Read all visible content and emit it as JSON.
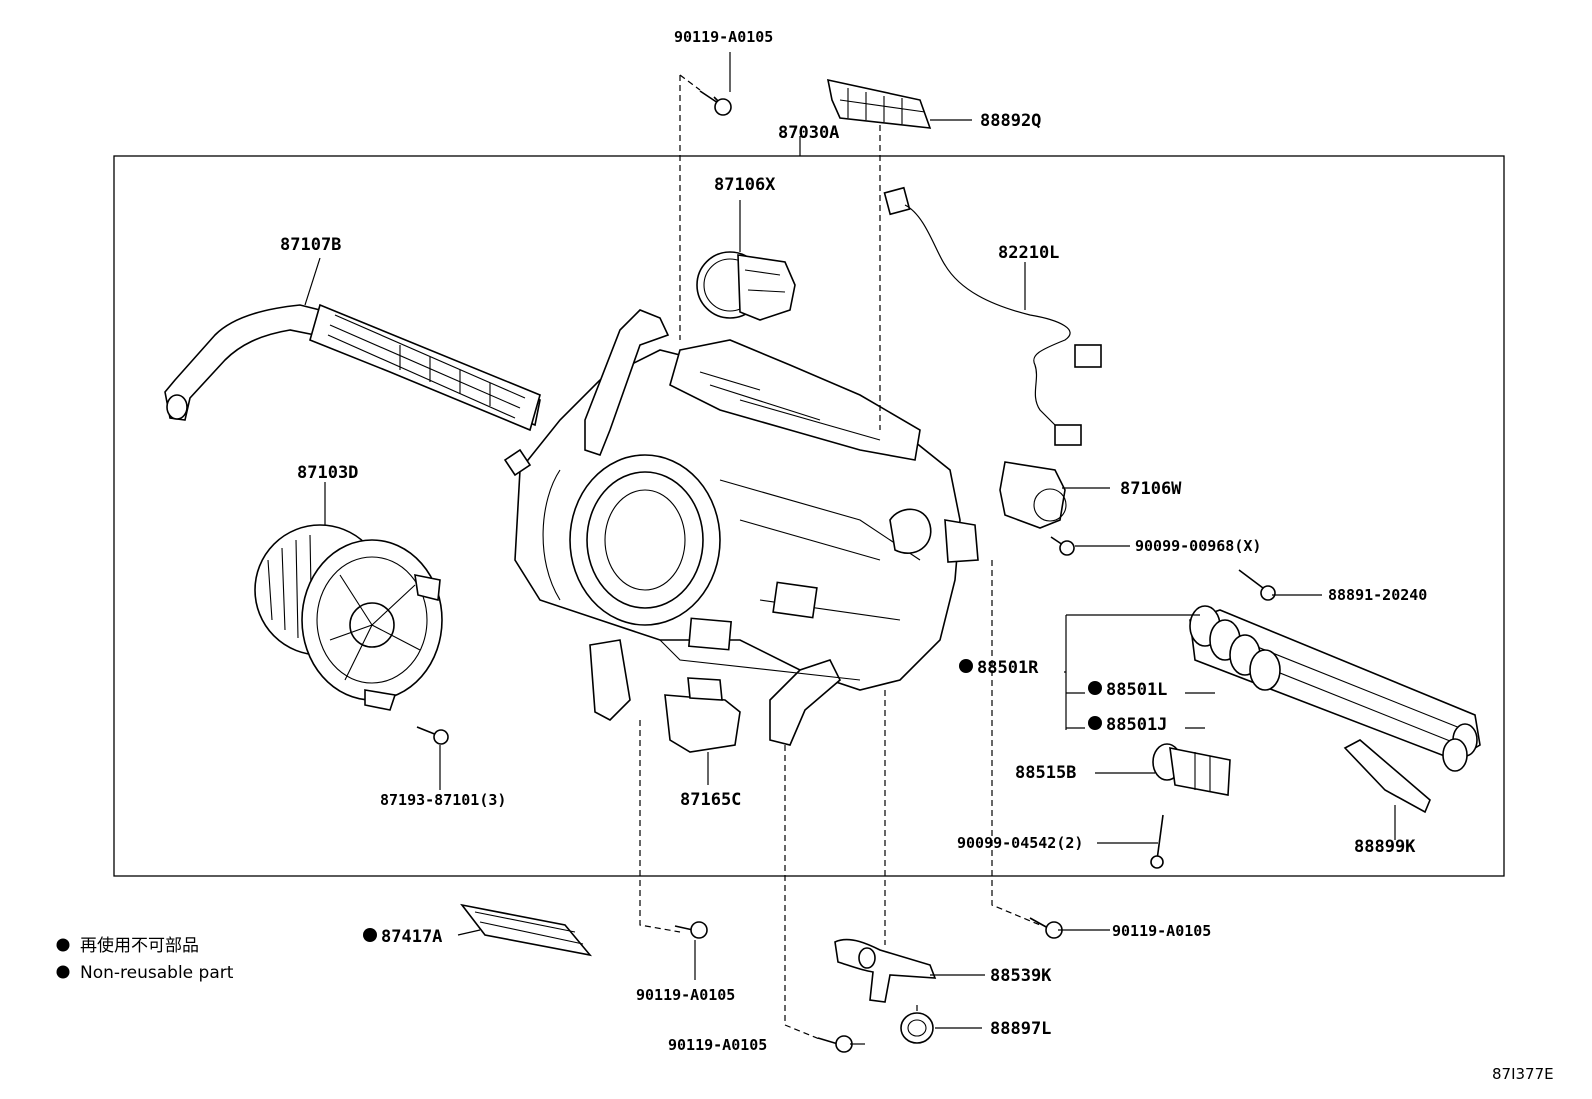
{
  "assembly_label": "87030A",
  "parts": {
    "p_90119_top": "90119-A0105",
    "p_88892q": "88892Q",
    "p_87106x": "87106X",
    "p_87107b": "87107B",
    "p_82210l": "82210L",
    "p_87103d": "87103D",
    "p_87106w": "87106W",
    "p_90099_00968": "90099-00968(X)",
    "p_88891_20240": "88891-20240",
    "p_88501r": "88501R",
    "p_88501l": "88501L",
    "p_88501j": "88501J",
    "p_88515b": "88515B",
    "p_90099_04542": "90099-04542(2)",
    "p_88899k": "88899K",
    "p_87165c": "87165C",
    "p_87193_87101": "87193-87101(3)",
    "p_87417a": "87417A",
    "p_90119_bl": "90119-A0105",
    "p_90119_bm": "90119-A0105",
    "p_90119_br": "90119-A0105",
    "p_88539k": "88539K",
    "p_88897l": "88897L"
  },
  "legend": {
    "line1": "再使用不可部品",
    "line2": "Non-reusable part"
  },
  "diagram_code": "87I377E"
}
